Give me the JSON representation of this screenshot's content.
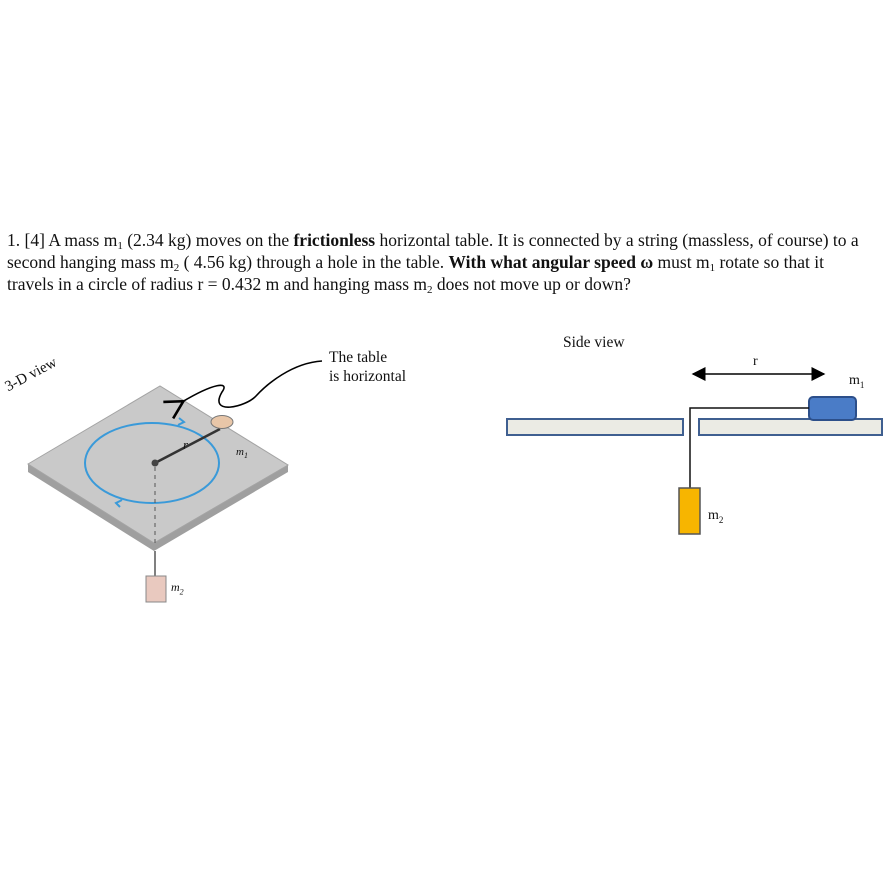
{
  "problem": {
    "number": "1.",
    "points": "[4]",
    "t1": " A mass m",
    "sub1": "1",
    "t2": " (2.34 kg) moves on the ",
    "bold1": "frictionless",
    "t3": " horizontal table. It is connected by a string (massless, of course) to a second hanging mass m",
    "sub2": "2",
    "t4": " ( 4.56 kg) through a hole in the table. ",
    "bold2": "With what angular speed ω",
    "t5": " must m",
    "sub3": "1",
    "t6": " rotate so that it travels in a circle of radius r = 0.432 m and hanging mass m",
    "sub4": "2",
    "t7": " does not move up or down?"
  },
  "figure_3d": {
    "view_label": "3-D view",
    "callout_line1": "The table",
    "callout_line2": "is horizontal",
    "r_label": "r",
    "m1_label": "m",
    "m1_sub": "1",
    "m2_label": "m",
    "m2_sub": "2",
    "colors": {
      "table": "#c9c9c9",
      "orbit": "#3a9ad9",
      "puck": "#e8c6a8",
      "mass": "#e9c9bf"
    }
  },
  "figure_side": {
    "title": "Side view",
    "r_label": "r",
    "m1_label": "m",
    "m1_sub": "1",
    "m2_label": "m",
    "m2_sub": "2",
    "colors": {
      "table": "#ebebe4",
      "table_border": "#3f5f90",
      "m1": "#4a7cc7",
      "m2": "#f7b500"
    }
  }
}
